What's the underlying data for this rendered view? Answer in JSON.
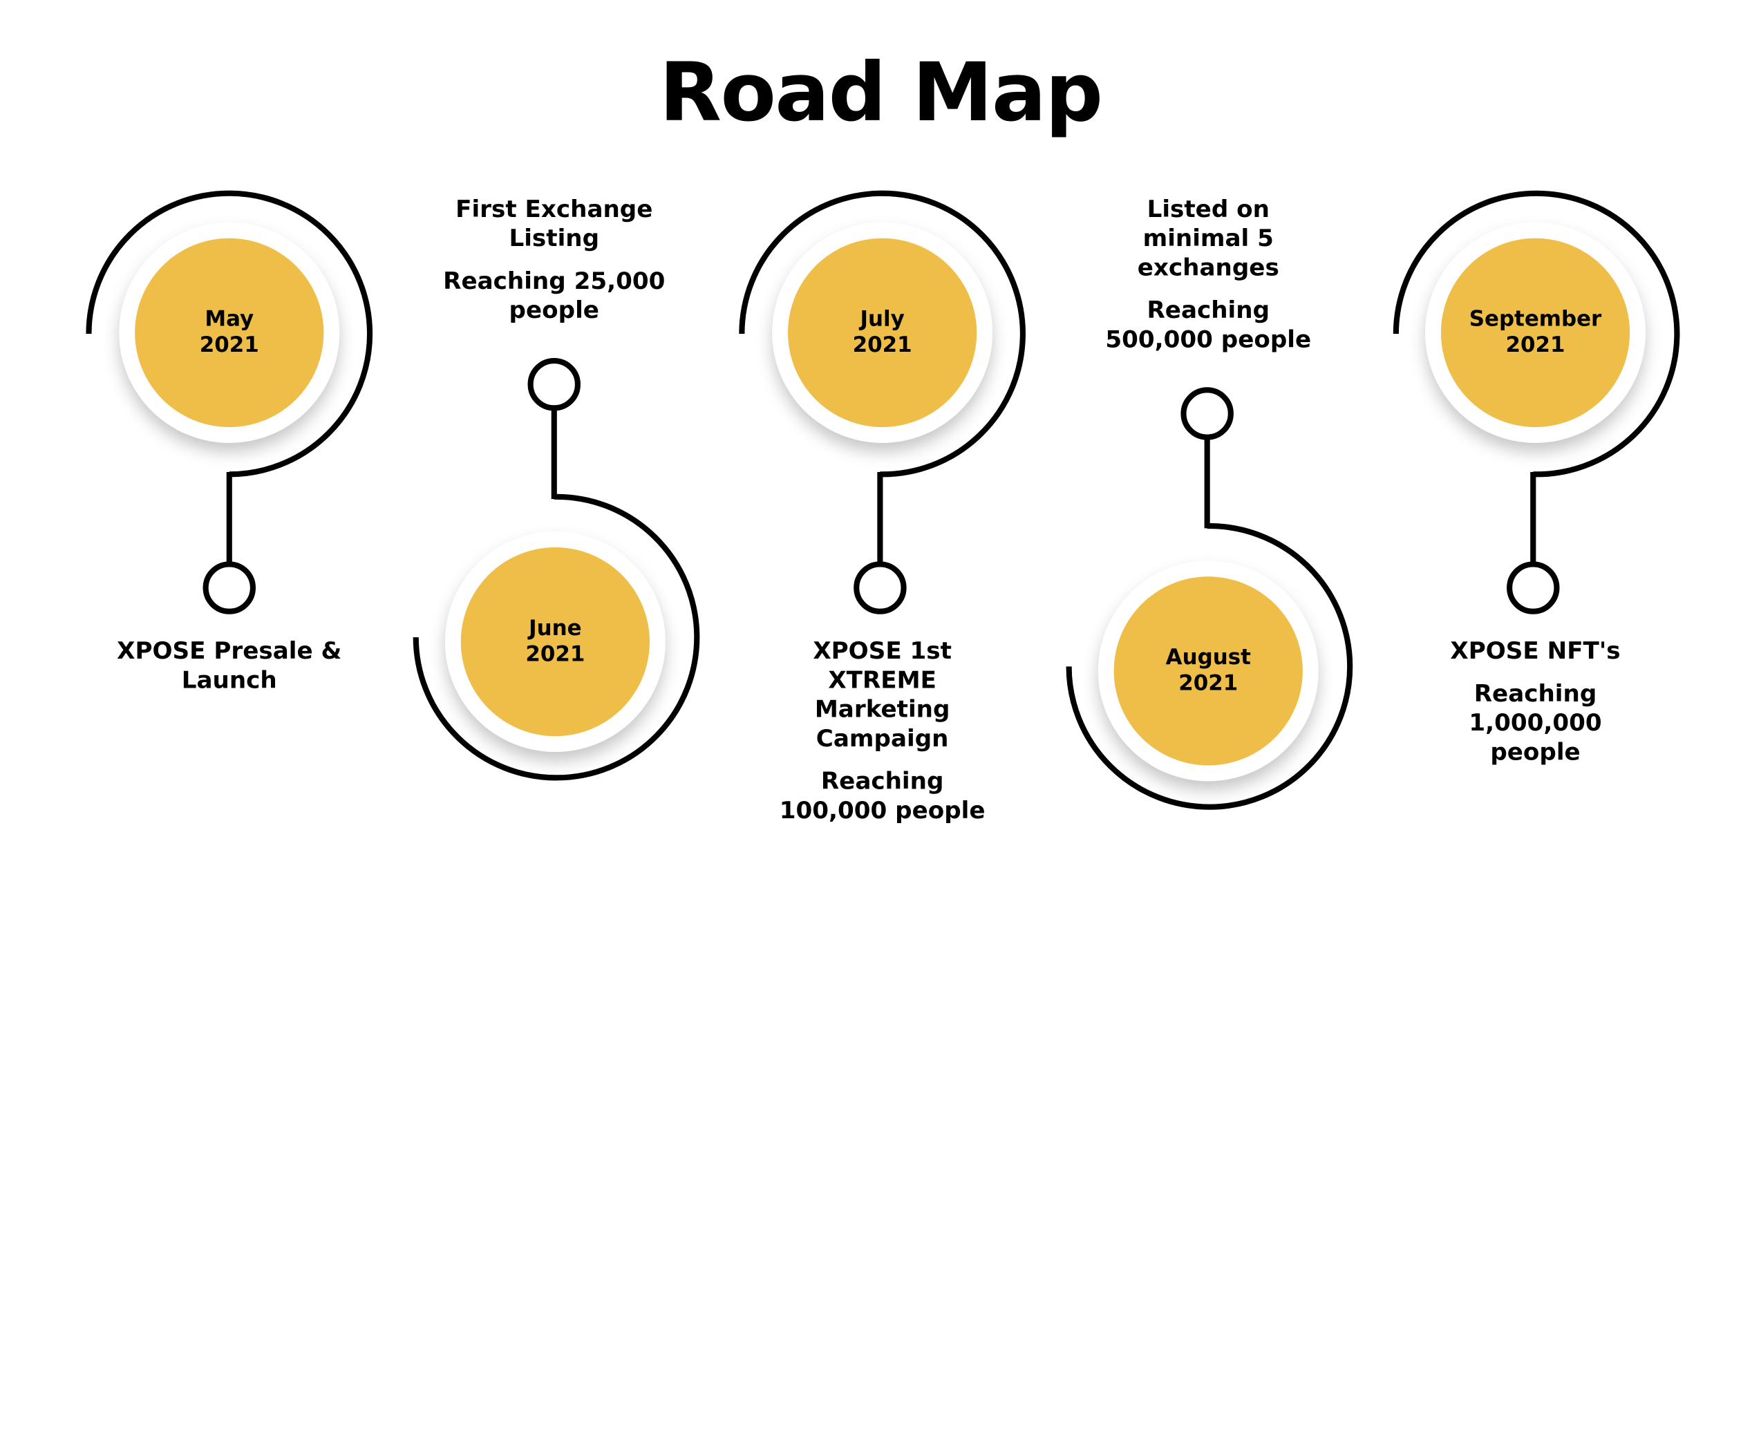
{
  "title": "Road Map",
  "colors": {
    "accent": "#efbe49",
    "line": "#000000",
    "background": "#ffffff"
  },
  "milestones": [
    {
      "month": "May",
      "year": "2021",
      "headline": "XPOSE Presale & Launch",
      "reach": ""
    },
    {
      "month": "June",
      "year": "2021",
      "headline": "First Exchange Listing",
      "reach": "Reaching 25,000 people"
    },
    {
      "month": "July",
      "year": "2021",
      "headline": "XPOSE 1st XTREME Marketing Campaign",
      "reach": "Reaching 100,000 people"
    },
    {
      "month": "August",
      "year": "2021",
      "headline": "Listed on minimal 5 exchanges",
      "reach": "Reaching 500,000 people"
    },
    {
      "month": "September",
      "year": "2021",
      "headline": "XPOSE NFT's",
      "reach": "Reaching 1,000,000 people"
    }
  ]
}
